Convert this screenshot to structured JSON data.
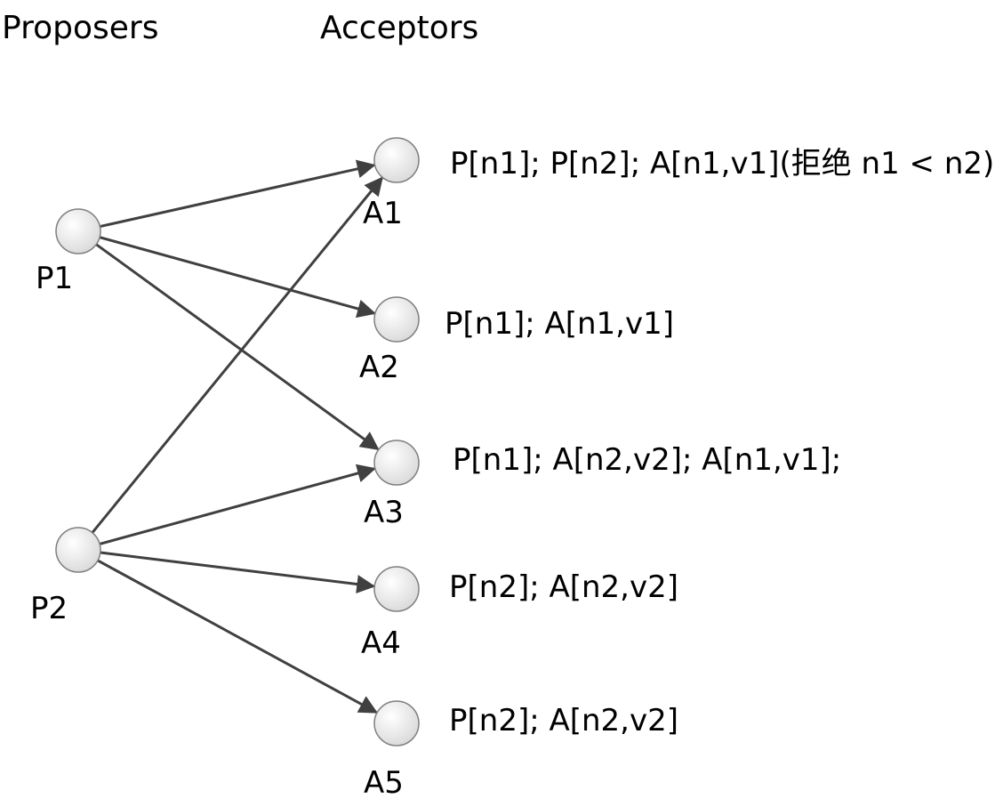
{
  "headers": {
    "proposers": "Proposers",
    "acceptors": "Acceptors"
  },
  "proposers": [
    {
      "id": "P1",
      "label": "P1"
    },
    {
      "id": "P2",
      "label": "P2"
    }
  ],
  "acceptors": [
    {
      "id": "A1",
      "label": "A1",
      "log": "P[n1]; P[n2]; A[n1,v1](拒绝 n1 < n2)"
    },
    {
      "id": "A2",
      "label": "A2",
      "log": "P[n1]; A[n1,v1]"
    },
    {
      "id": "A3",
      "label": "A3",
      "log": "P[n1];  A[n2,v2]; A[n1,v1];"
    },
    {
      "id": "A4",
      "label": "A4",
      "log": "P[n2]; A[n2,v2]"
    },
    {
      "id": "A5",
      "label": "A5",
      "log": "P[n2]; A[n2,v2]"
    }
  ],
  "edges": [
    {
      "from": "P1",
      "to": "A1"
    },
    {
      "from": "P1",
      "to": "A2"
    },
    {
      "from": "P1",
      "to": "A3"
    },
    {
      "from": "P2",
      "to": "A1"
    },
    {
      "from": "P2",
      "to": "A3"
    },
    {
      "from": "P2",
      "to": "A4"
    },
    {
      "from": "P2",
      "to": "A5"
    }
  ],
  "colors": {
    "edge": "#404040",
    "node_fill_light": "#ffffff",
    "node_fill_dark": "#d9d9d9",
    "node_stroke": "#7f7f7f"
  }
}
